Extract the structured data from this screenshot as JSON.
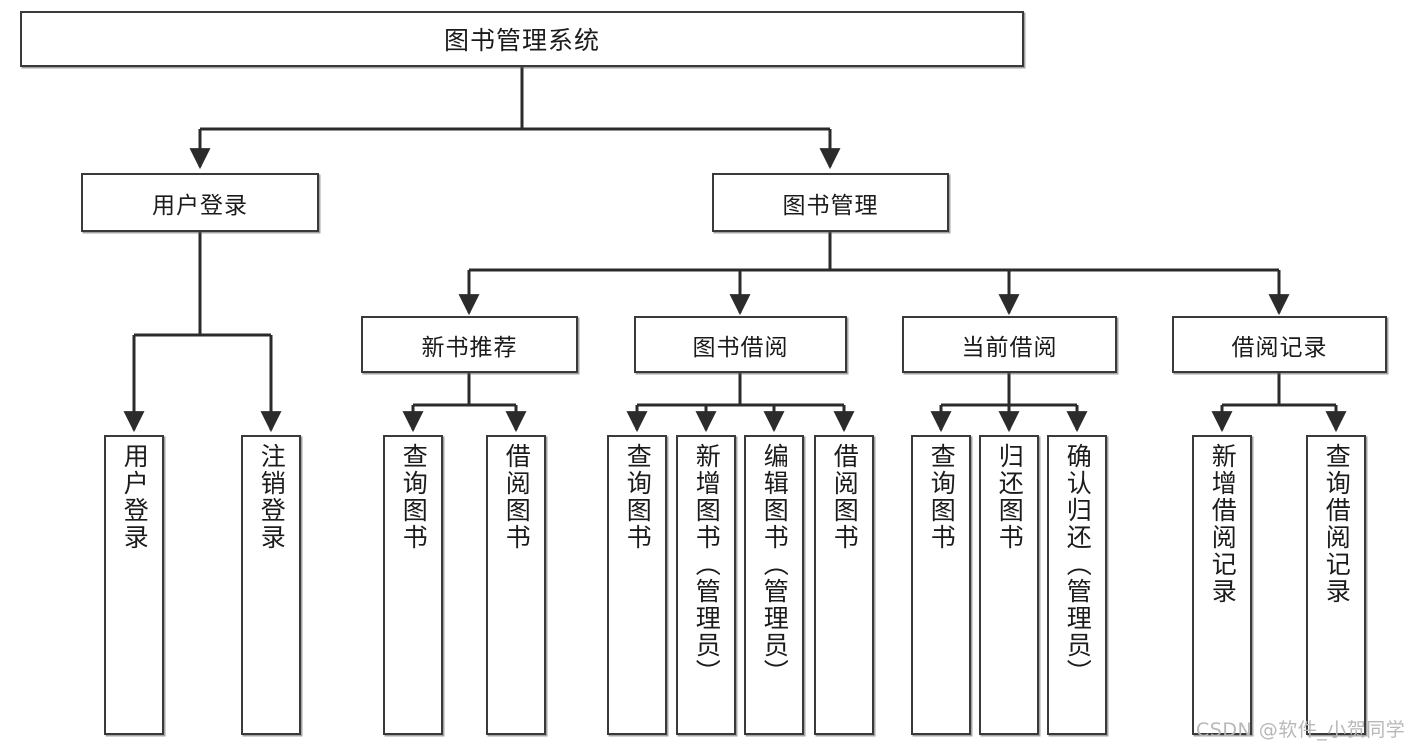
{
  "diagram": {
    "type": "tree-hierarchy",
    "title": "图书管理系统",
    "watermark": "CSDN @软件_小贺同学",
    "colors": {
      "box_border": "#3a3a3a",
      "box_fill": "#ffffff",
      "edge": "#2b2b2b",
      "text": "#1b1b1b",
      "watermark": "#b8b8b8",
      "background": "#ffffff"
    },
    "root": {
      "id": "root",
      "label": "图书管理系统"
    },
    "level2": [
      {
        "id": "user-login",
        "label": "用户登录"
      },
      {
        "id": "book-manage",
        "label": "图书管理"
      }
    ],
    "level3": [
      {
        "id": "new-book-recommend",
        "label": "新书推荐",
        "parent": "book-manage"
      },
      {
        "id": "book-borrow",
        "label": "图书借阅",
        "parent": "book-manage"
      },
      {
        "id": "current-borrow",
        "label": "当前借阅",
        "parent": "book-manage"
      },
      {
        "id": "borrow-record",
        "label": "借阅记录",
        "parent": "book-manage"
      }
    ],
    "leaves": [
      {
        "id": "leaf-user-login",
        "label": "用户登录",
        "parent": "user-login"
      },
      {
        "id": "leaf-user-logout",
        "label": "注销登录",
        "parent": "user-login"
      },
      {
        "id": "leaf-query-book-1",
        "label": "查询图书",
        "parent": "new-book-recommend"
      },
      {
        "id": "leaf-borrow-book-1",
        "label": "借阅图书",
        "parent": "new-book-recommend"
      },
      {
        "id": "leaf-query-book-2",
        "label": "查询图书",
        "parent": "book-borrow"
      },
      {
        "id": "leaf-add-book",
        "label": "新增图书（管理员）",
        "parent": "book-borrow"
      },
      {
        "id": "leaf-edit-book",
        "label": "编辑图书（管理员）",
        "parent": "book-borrow"
      },
      {
        "id": "leaf-borrow-book-2",
        "label": "借阅图书",
        "parent": "book-borrow"
      },
      {
        "id": "leaf-query-book-3",
        "label": "查询图书",
        "parent": "current-borrow"
      },
      {
        "id": "leaf-return-book",
        "label": "归还图书",
        "parent": "current-borrow"
      },
      {
        "id": "leaf-confirm-return",
        "label": "确认归还（管理员）",
        "parent": "current-borrow"
      },
      {
        "id": "leaf-add-record",
        "label": "新增借阅记录",
        "parent": "borrow-record"
      },
      {
        "id": "leaf-query-record",
        "label": "查询借阅记录",
        "parent": "borrow-record"
      }
    ]
  }
}
